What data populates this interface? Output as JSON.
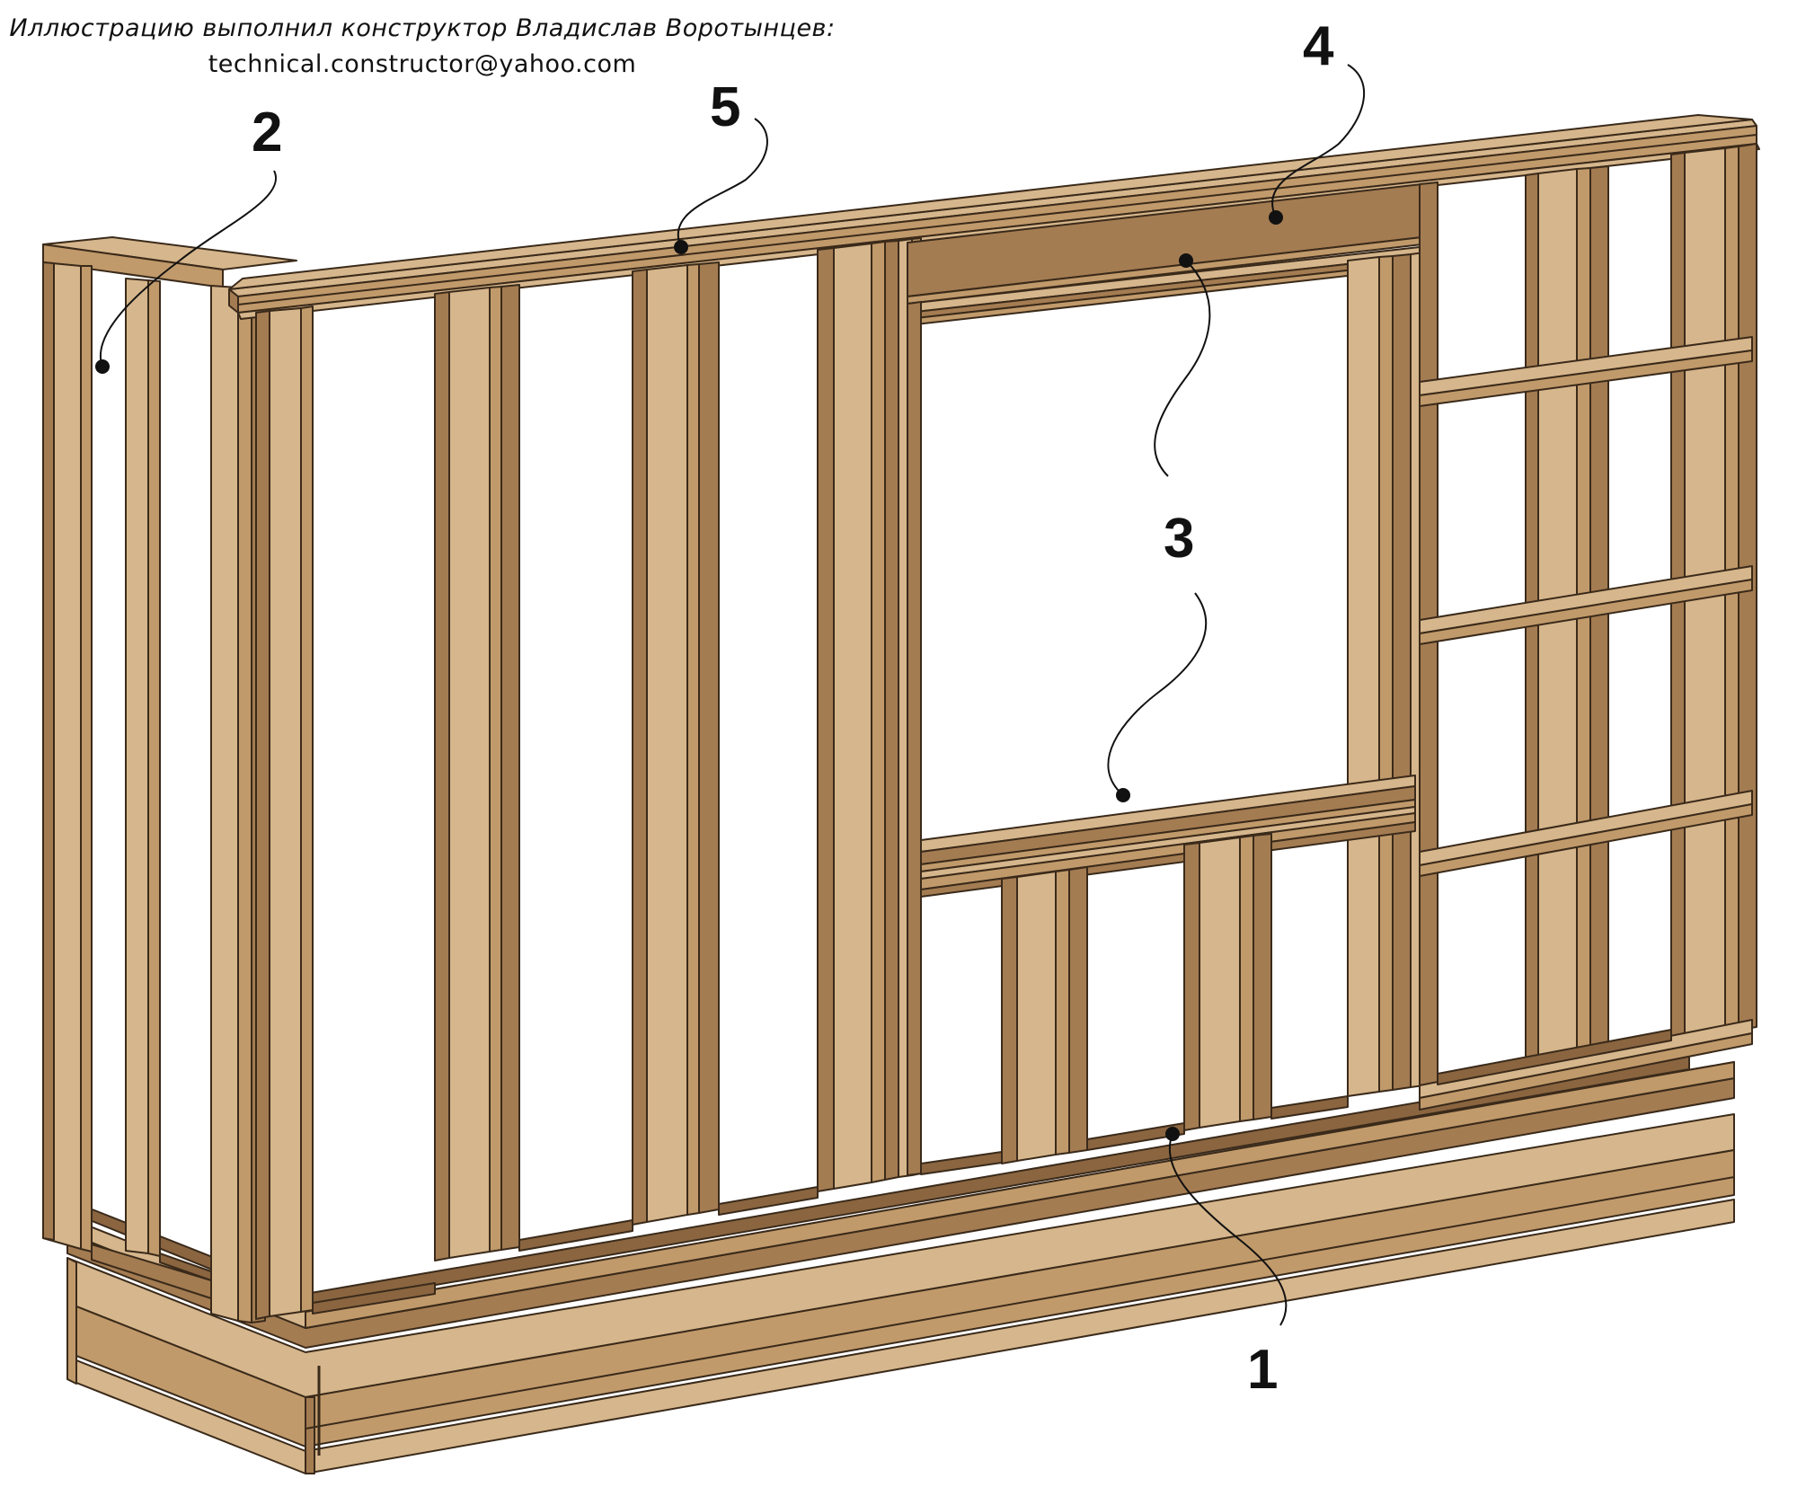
{
  "credit": {
    "line1": "Иллюстрацию выполнил конструктор Владислав Воротынцев:",
    "line2": "technical.constructor@yahoo.com"
  },
  "callouts": [
    {
      "id": "1",
      "label": "1"
    },
    {
      "id": "2",
      "label": "2"
    },
    {
      "id": "3a",
      "label": "3"
    },
    {
      "id": "4",
      "label": "4"
    },
    {
      "id": "5",
      "label": "5"
    }
  ],
  "colors": {
    "wood_light": "#d6b68c",
    "wood_mid": "#c19a6b",
    "wood_dark": "#a47c52",
    "wood_shadow": "#8a6540",
    "outline": "#3a2a1a",
    "leader": "#111111"
  }
}
